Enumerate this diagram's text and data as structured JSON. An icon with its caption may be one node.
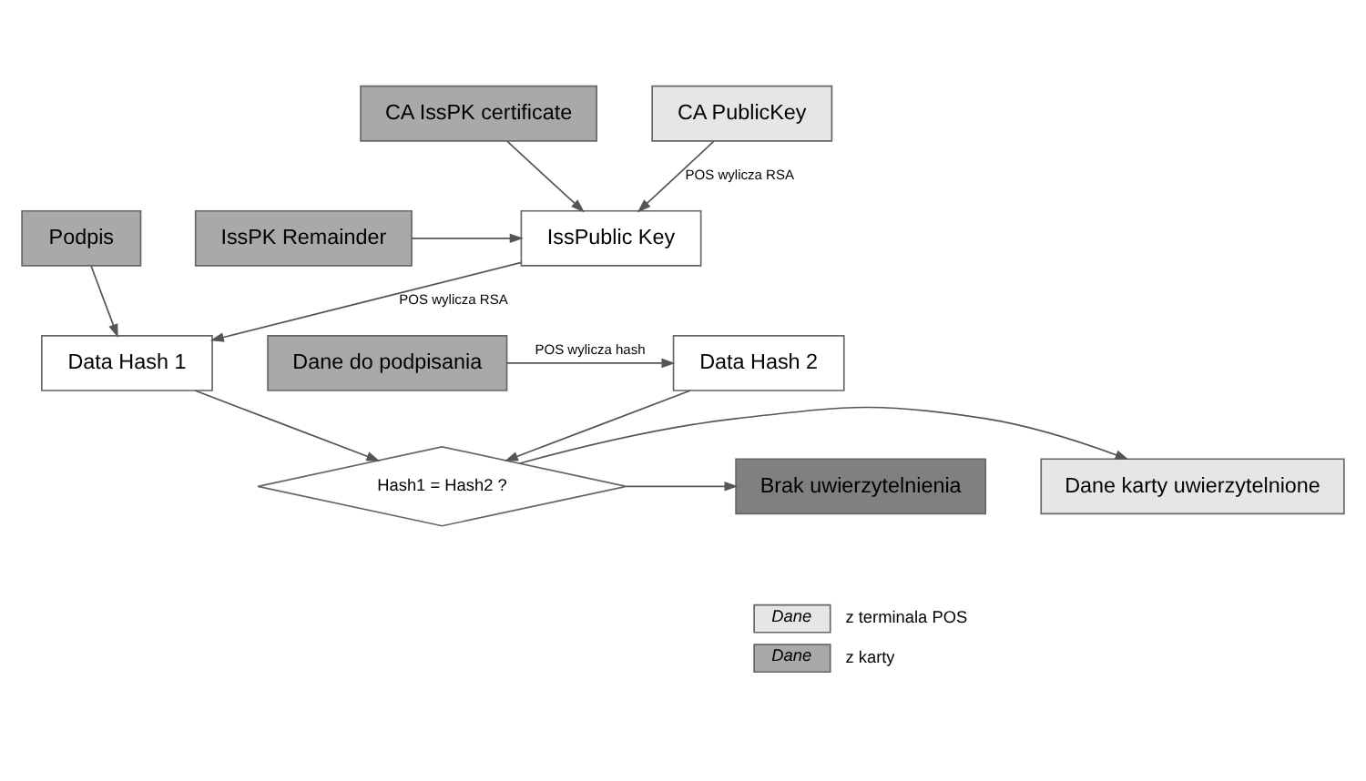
{
  "diagram": {
    "nodes": [
      {
        "text": [
          "CA IssPK certificate"
        ]
      },
      {
        "text": [
          "CA PublicKey"
        ]
      },
      {
        "text": [
          "Podpis"
        ]
      },
      {
        "text": [
          "IssPublic Key"
        ]
      },
      {
        "text": [
          "IssPK Remainder"
        ]
      },
      {
        "text": [
          "Data Hash 1"
        ]
      },
      {
        "text": [
          "Data Hash 2"
        ]
      },
      {
        "text": [
          "Dane do podpisania"
        ]
      },
      {
        "text": [
          "Hash1 = Hash2 ?"
        ]
      },
      {
        "text": [
          "Dane karty uwierzytelnione"
        ]
      },
      {
        "text": [
          "Brak uwierzytelnienia"
        ]
      }
    ],
    "edges": [
      {
        "from": 0,
        "to": 3,
        "arrow": "to"
      },
      {
        "from": 1,
        "to": 3,
        "arrow": "to",
        "label": "POS wylicza RSA"
      },
      {
        "from": 4,
        "to": 3,
        "arrow": "to"
      },
      {
        "from": 2,
        "to": 5,
        "arrow": "to"
      },
      {
        "from": 3,
        "to": 5,
        "arrow": "to",
        "label": "POS wylicza RSA"
      },
      {
        "from": 7,
        "to": 6,
        "arrow": "to",
        "label": "POS wylicza hash"
      },
      {
        "from": 5,
        "to": 8,
        "arrow": "to"
      },
      {
        "from": 6,
        "to": 8,
        "arrow": "to"
      },
      {
        "from": 8,
        "to": 9,
        "arrow": "to"
      },
      {
        "from": 8,
        "to": 10,
        "arrow": "to"
      }
    ],
    "labels": [
      "Dane",
      "Dane"
    ],
    "legend": [
      {
        "text": "z terminala POS",
        "color": "#e6e6e6"
      },
      {
        "text": "z karty",
        "color": "#a9a9a9"
      }
    ]
  }
}
